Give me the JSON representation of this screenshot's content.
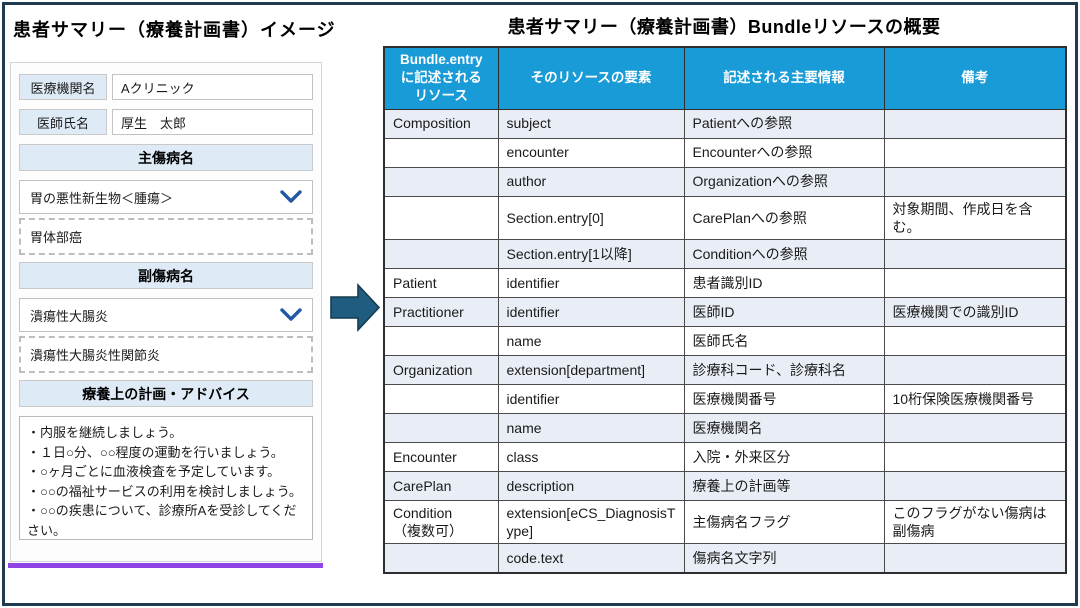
{
  "left_panel": {
    "title": "患者サマリー（療養計画書）イメージ",
    "fields": [
      {
        "label": "医療機関名",
        "value": "Aクリニック"
      },
      {
        "label": "医師氏名",
        "value": "厚生　太郎"
      }
    ],
    "sections": [
      {
        "header": "主傷病名",
        "dropdown_value": "胃の悪性新生物＜腫瘍＞",
        "sub_value": "胃体部癌"
      },
      {
        "header": "副傷病名",
        "dropdown_value": "潰瘍性大腸炎",
        "sub_value": "潰瘍性大腸炎性関節炎"
      }
    ],
    "advice": {
      "header": "療養上の計画・アドバイス",
      "text": "・内服を継続しましょう。\n・１日○分、○○程度の運動を行いましょう。\n・○ヶ月ごとに血液検査を予定しています。\n・○○の福祉サービスの利用を検討しましょう。\n・○○の疾患について、診療所Aを受診してください。"
    }
  },
  "arrow_icon": "right-block-arrow",
  "chevron_icon": "chevron-down-icon",
  "table_panel": {
    "title": "患者サマリー（療養計画書）Bundleリソースの概要",
    "headers": [
      "Bundle.entry\nに記述される\nリソース",
      "そのリソースの要素",
      "記述される主要情報",
      "備考"
    ],
    "rows": [
      {
        "resource": "Composition",
        "element": "subject",
        "info": "Patientへの参照",
        "note": "",
        "shaded": true
      },
      {
        "resource": "",
        "element": "encounter",
        "info": "Encounterへの参照",
        "note": "",
        "shaded": false
      },
      {
        "resource": "",
        "element": "author",
        "info": "Organizationへの参照",
        "note": "",
        "shaded": true
      },
      {
        "resource": "",
        "element": "Section.entry[0]",
        "info": "CarePlanへの参照",
        "note": "対象期間、作成日を含む。",
        "shaded": false
      },
      {
        "resource": "",
        "element": "Section.entry[1以降]",
        "info": "Conditionへの参照",
        "note": "",
        "shaded": true
      },
      {
        "resource": "Patient",
        "element": "identifier",
        "info": "患者識別ID",
        "note": "",
        "shaded": false
      },
      {
        "resource": "Practitioner",
        "element": "identifier",
        "info": "医師ID",
        "note": "医療機関での識別ID",
        "shaded": true
      },
      {
        "resource": "",
        "element": "name",
        "info": "医師氏名",
        "note": "",
        "shaded": false
      },
      {
        "resource": "Organization",
        "element": "extension[department]",
        "info": "診療科コード、診療科名",
        "note": "",
        "shaded": true
      },
      {
        "resource": "",
        "element": "identifier",
        "info": "医療機関番号",
        "note": "10桁保険医療機関番号",
        "shaded": false
      },
      {
        "resource": "",
        "element": "name",
        "info": "医療機関名",
        "note": "",
        "shaded": true
      },
      {
        "resource": "Encounter",
        "element": "class",
        "info": "入院・外来区分",
        "note": "",
        "shaded": false
      },
      {
        "resource": "CarePlan",
        "element": "description",
        "info": "療養上の計画等",
        "note": "",
        "shaded": true
      },
      {
        "resource": "Condition\n（複数可）",
        "element": "extension[eCS_DiagnosisType]",
        "info": "主傷病名フラグ",
        "note": "このフラグがない傷病は副傷病",
        "shaded": false
      },
      {
        "resource": "",
        "element": "code.text",
        "info": "傷病名文字列",
        "note": "",
        "shaded": true
      }
    ]
  },
  "colors": {
    "header_blue": "#199bd7",
    "row_shade": "#e9eef6",
    "panel_light_blue": "#deebf7",
    "frame_navy": "#203b50",
    "arrow_teal": "#1f5c80",
    "purple_accent": "#8f45e6",
    "chevron_blue": "#2157a4"
  }
}
